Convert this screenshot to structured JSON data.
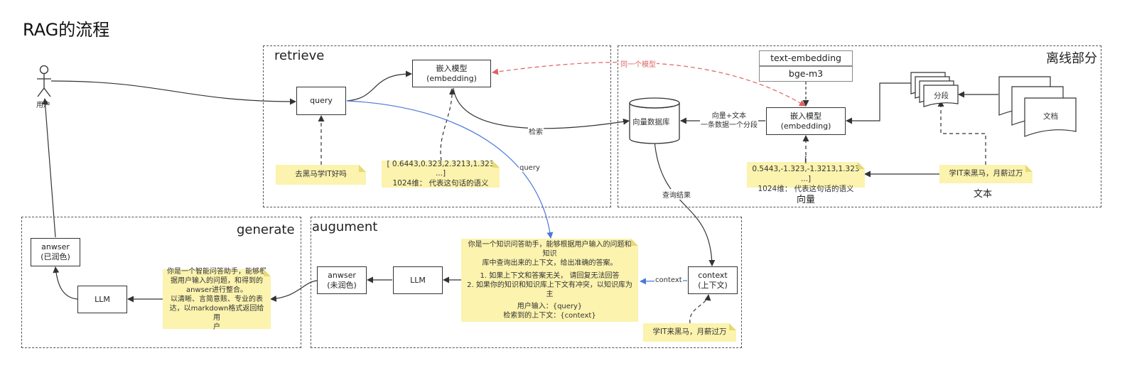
{
  "title": "RAG的流程",
  "groups": {
    "retrieve": "retrieve",
    "offline": "离线部分",
    "generate": "generate",
    "augment": "augument"
  },
  "user": {
    "label": "用户"
  },
  "nodes": {
    "query": "query",
    "embed_left": [
      "嵌入模型",
      "(embedding)"
    ],
    "embed_right": [
      "嵌入模型",
      "(embedding)"
    ],
    "text_embedding": "text-embedding",
    "bge_m3": "bge-m3",
    "vector_db": "向量数据库",
    "segment": "分段",
    "document": "文档",
    "context": [
      "context",
      "(上下文)"
    ],
    "llm_augment": "LLM",
    "answer_raw": [
      "anwser",
      "(未润色)"
    ],
    "llm_generate": "LLM",
    "answer_polished": [
      "anwser",
      "(已润色)"
    ]
  },
  "notes": {
    "user_question": "去黑马学IT好吗",
    "vector_left": [
      "[ 0.6443,0.323,2.3213,1.323 ...]",
      "1024维： 代表这句话的语义"
    ],
    "vector_right": [
      "[ 0.5443,-1.323,-1.3213,1.323 ...]",
      "1024维： 代表这句话的语义"
    ],
    "text_right": "学IT来黑马，月薪过万",
    "context_text": "学IT来黑马，月薪过万",
    "augment_prompt": [
      "你是一个知识问答助手，能够根据用户输入的问题和知识",
      "库中查询出来的上下文，给出准确的答案。",
      "",
      "1.  如果上下文和答案无关， 请回复无法回答",
      "2.  如果你的知识和知识库上下文有冲突，以知识库为主",
      "",
      "用户输入：{query}",
      "检索到的上下文：{context}"
    ],
    "generate_prompt": [
      "你是一个智能问答助手，能够根",
      "据用户输入的问题，和得到的",
      "anwser进行整合。",
      "以清晰、言简意赅、专业的表",
      "达，以markdown格式返回给用",
      "户"
    ]
  },
  "edge_labels": {
    "retrieve": "检索",
    "query_cross": "query",
    "same_model": "同一个模型",
    "vector_text": [
      "向量+文本",
      "一条数据一个分段"
    ],
    "query_result": "查询结果",
    "context": "context"
  },
  "captions": {
    "vector": "向量",
    "text": "文本"
  },
  "colors": {
    "line": "#333333",
    "blue": "#4a78d8",
    "red": "#e06060",
    "note": "#fbf3ae"
  }
}
